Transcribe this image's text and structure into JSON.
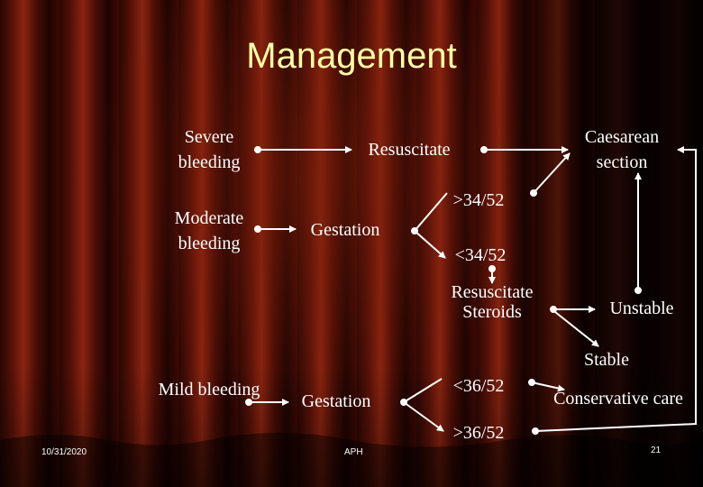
{
  "slide": {
    "title": "Management",
    "nodes": {
      "severe": "Severe\nbleeding",
      "resuscitate": "Resuscitate",
      "caesarean": "Caesarean\nsection",
      "moderate": "Moderate\nbleeding",
      "gestation_mod": "Gestation",
      "gt34": ">34/52",
      "lt34": "<34/52",
      "resus_steroids": "Resuscitate\nSteroids",
      "unstable": "Unstable",
      "stable": "Stable",
      "mild": "Mild bleeding",
      "gestation_mild": "Gestation",
      "lt36": "<36/52",
      "conservative": "Conservative care",
      "gt36": ">36/52"
    },
    "footer": {
      "date": "10/31/2020",
      "center": "APH",
      "page": "21"
    }
  },
  "colors": {
    "title": "#ffffa8",
    "text": "#ffffff",
    "background": "#5a1208"
  }
}
